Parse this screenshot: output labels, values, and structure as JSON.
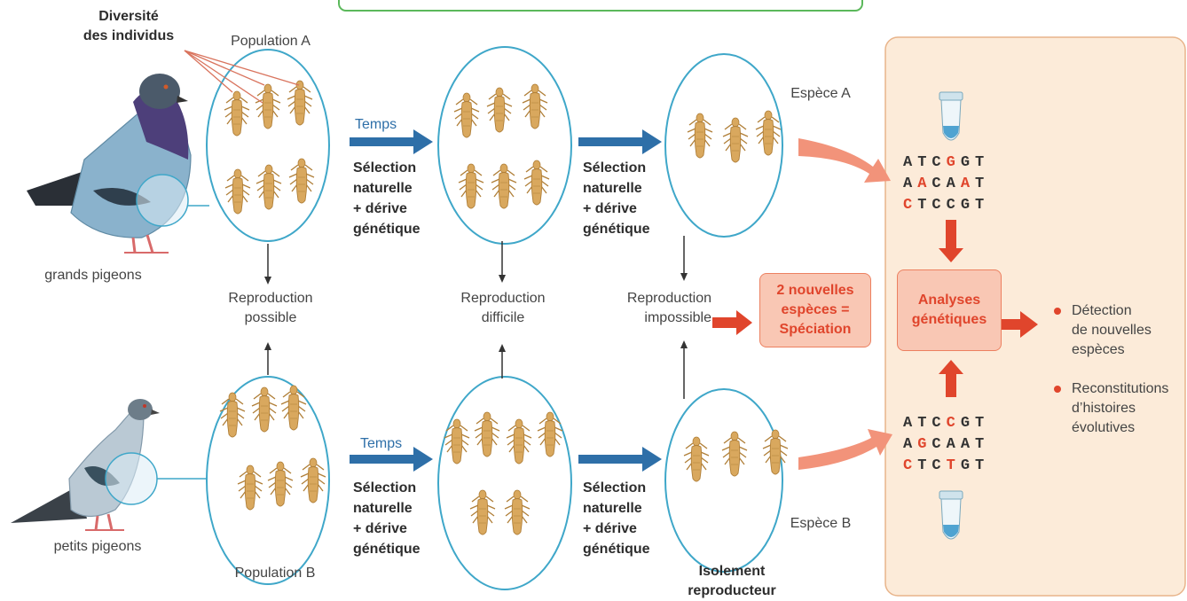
{
  "colors": {
    "ellipse_stroke": "#3fa7c9",
    "blue_arrow": "#2e6fa8",
    "red": "#e0452c",
    "red_box_fill": "#f9c7b4",
    "panel_fill": "#fcebd9",
    "panel_stroke": "#e8b48a",
    "header_stroke": "#5bb85b",
    "louse": "#d9a85e"
  },
  "labels": {
    "diversite": [
      "Diversité",
      "des individus"
    ],
    "population_a": "Population A",
    "population_b": "Population B",
    "espece_a": "Espèce A",
    "espece_b": "Espèce B",
    "grands_pigeons": "grands pigeons",
    "petits_pigeons": "petits pigeons",
    "temps": "Temps",
    "selection": [
      "Sélection",
      "naturelle",
      "+ dérive",
      "génétique"
    ],
    "repro_possible": [
      "Reproduction",
      "possible"
    ],
    "repro_difficile": [
      "Reproduction",
      "difficile"
    ],
    "repro_impossible": [
      "Reproduction",
      "impossible"
    ],
    "isolement": [
      "Isolement",
      "reproducteur"
    ],
    "speciation_box": [
      "2 nouvelles",
      "espèces =",
      "Spéciation"
    ],
    "analyses_box": [
      "Analyses",
      "génétiques"
    ],
    "bullet_detection": [
      "Détection",
      "de nouvelles",
      "espèces"
    ],
    "bullet_reconstitution": [
      "Reconstitutions",
      "d’histoires",
      "évolutives"
    ]
  },
  "dna_top": [
    {
      "letters": [
        "A",
        "T",
        "C",
        "G",
        "G",
        "T"
      ],
      "red": [
        3
      ]
    },
    {
      "letters": [
        "A",
        "A",
        "C",
        "A",
        "A",
        "T"
      ],
      "red": [
        1,
        4
      ]
    },
    {
      "letters": [
        "C",
        "T",
        "C",
        "C",
        "G",
        "T"
      ],
      "red": [
        0
      ]
    }
  ],
  "dna_bottom": [
    {
      "letters": [
        "A",
        "T",
        "C",
        "C",
        "G",
        "T"
      ],
      "red": [
        3
      ]
    },
    {
      "letters": [
        "A",
        "G",
        "C",
        "A",
        "A",
        "T"
      ],
      "red": [
        1
      ]
    },
    {
      "letters": [
        "C",
        "T",
        "C",
        "T",
        "G",
        "T"
      ],
      "red": [
        0,
        3
      ]
    }
  ],
  "icons": [
    "pigeon-large-icon",
    "pigeon-small-icon",
    "louse-icon",
    "test-tube-icon",
    "arrow-icon"
  ]
}
